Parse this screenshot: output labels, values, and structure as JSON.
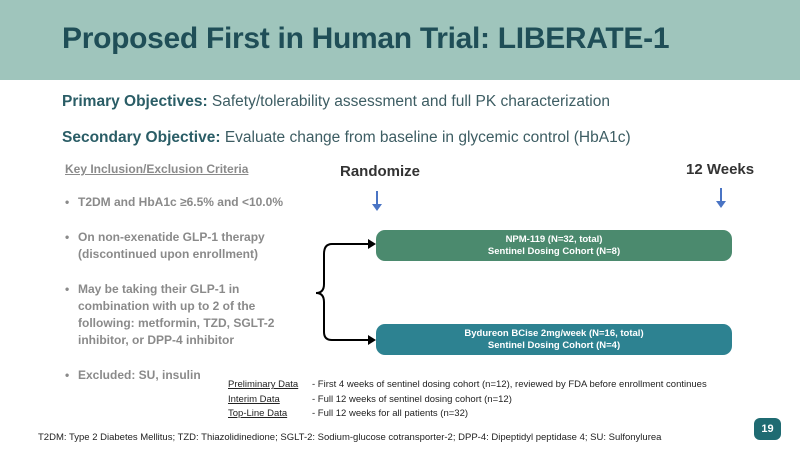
{
  "title": "Proposed First in Human Trial: LIBERATE-1",
  "objectives": {
    "primary_label": "Primary Objectives:",
    "primary_text": " Safety/tolerability assessment and full PK characterization",
    "secondary_label": "Secondary Objective:",
    "secondary_text": " Evaluate change from baseline in glycemic control (HbA1c)"
  },
  "criteria": {
    "heading": "Key Inclusion/Exclusion Criteria",
    "items": [
      "T2DM and HbA1c ≥6.5% and <10.0%",
      "On non-exenatide GLP-1 therapy (discontinued upon enrollment)",
      "May be taking their GLP-1 in combination with up to 2 of the following: metformin, TZD, SGLT-2 inhibitor, or DPP-4 inhibitor",
      "Excluded: SU, insulin"
    ]
  },
  "timeline": {
    "start_label": "Randomize",
    "end_label": "12 Weeks"
  },
  "arms": [
    {
      "line1": "NPM-119 (N=32, total)",
      "line2": "Sentinel Dosing Cohort (N=8)",
      "color": "#4b8a6e"
    },
    {
      "line1": "Bydureon BCise 2mg/week (N=16, total)",
      "line2": "Sentinel Dosing Cohort (N=4)",
      "color": "#2d8291"
    }
  ],
  "data_readouts": [
    {
      "term": "Preliminary Data",
      "desc": " - First 4 weeks of sentinel dosing cohort (n=12), reviewed by FDA before enrollment continues"
    },
    {
      "term": "Interim Data",
      "desc": " - Full 12 weeks of sentinel dosing cohort (n=12)"
    },
    {
      "term": "Top-Line Data",
      "desc": " - Full 12 weeks for all patients (n=32)"
    }
  ],
  "footnote": "T2DM: Type 2 Diabetes Mellitus; TZD: Thiazolidinedione; SGLT-2: Sodium-glucose cotransporter-2; DPP-4: Dipeptidyl peptidase 4; SU: Sulfonylurea",
  "page_number": "19",
  "colors": {
    "header_band": "#9fc5bc",
    "title_text": "#1f4e57",
    "arrow": "#4a74c4"
  }
}
